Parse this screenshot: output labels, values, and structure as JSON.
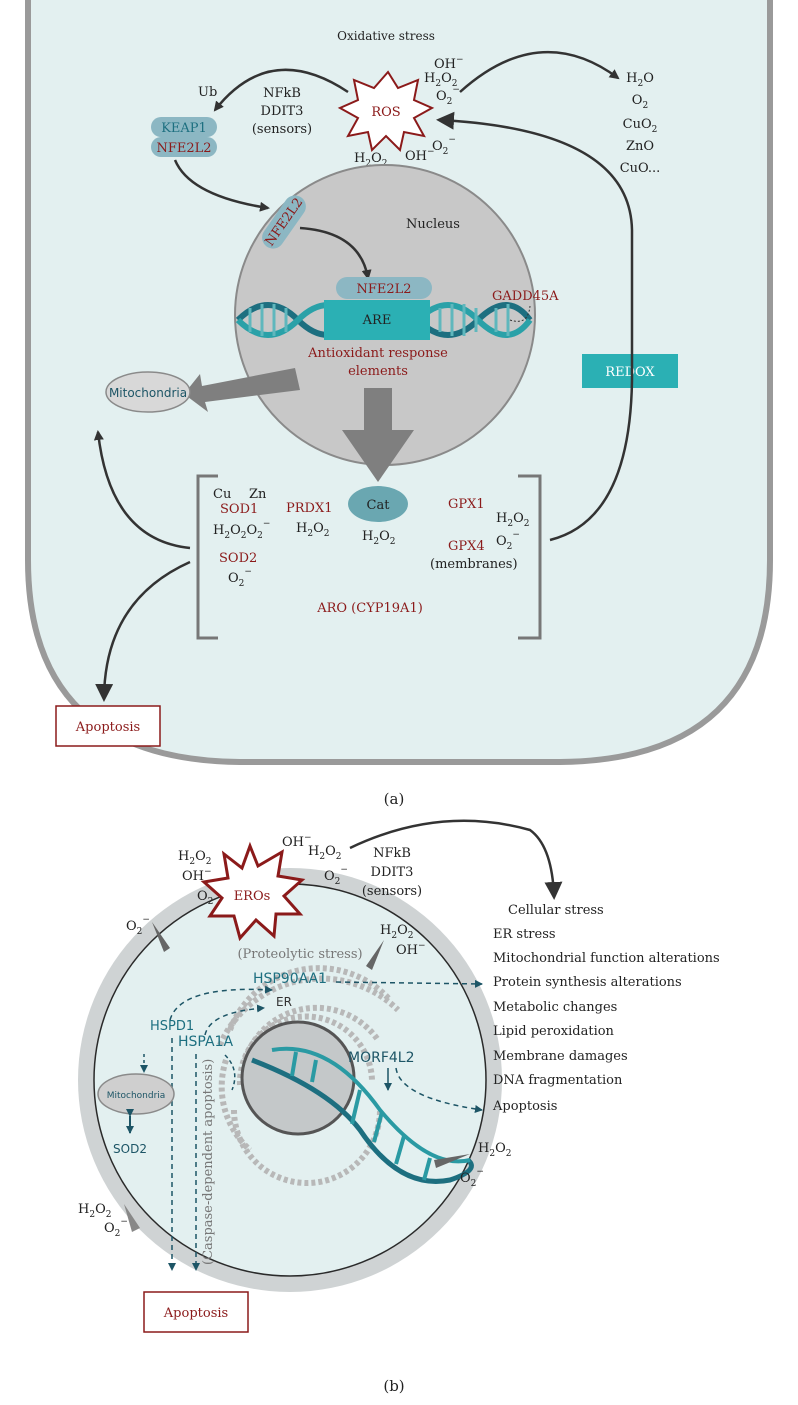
{
  "panel_a": {
    "header": "Oxidative stress",
    "ub": "Ub",
    "keap1": "KEAP1",
    "nfe2l2": "NFE2L2",
    "sensors": [
      "NFkB",
      "DDIT3",
      "(sensors)"
    ],
    "ros": "ROS",
    "oh": "OH",
    "h2o2": "H2O2",
    "o2": "O2",
    "outputs": [
      "H2O",
      "O2",
      "CuO2",
      "ZnO",
      "CuO..."
    ],
    "nucleus": "Nucleus",
    "nfe2l2_moving": "NFE2L2",
    "nfe2l2_dna": "NFE2L2",
    "are": "ARE",
    "are_text": [
      "Antioxidant response",
      "elements"
    ],
    "gadd45a": "GADD45A",
    "redox": "REDOX",
    "mitochondria": "Mitochondria",
    "cu": "Cu",
    "zn": "Zn",
    "sod1": "SOD1",
    "prdx1": "PRDX1",
    "cat": "Cat",
    "gpx1": "GPX1",
    "gpx4": "GPX4",
    "membranes": "(membranes)",
    "sod2": "SOD2",
    "aro": "ARO (CYP19A1)",
    "apoptosis": "Apoptosis",
    "label": "(a)"
  },
  "panel_b": {
    "eros": "EROs",
    "sensors": [
      "NFkB",
      "DDIT3",
      "(sensors)"
    ],
    "outputs": [
      "Cellular stress",
      "ER stress",
      "Mitochondrial function alterations",
      "Protein synthesis alterations",
      "Metabolic changes",
      "Lipid peroxidation",
      "Membrane damages",
      "DNA fragmentation",
      "Apoptosis"
    ],
    "proteolytic": "(Proteolytic stress)",
    "hsp90": "HSP90AA1",
    "er": "ER",
    "hspd1": "HSPD1",
    "hspa1a": "HSPA1A",
    "morf4l2": "MORF4L2",
    "mitochondria": "Mitochondria",
    "sod2": "SOD2",
    "caspase": "(Caspase-dependent apoptosis)",
    "apoptosis": "Apoptosis",
    "label": "(b)"
  }
}
